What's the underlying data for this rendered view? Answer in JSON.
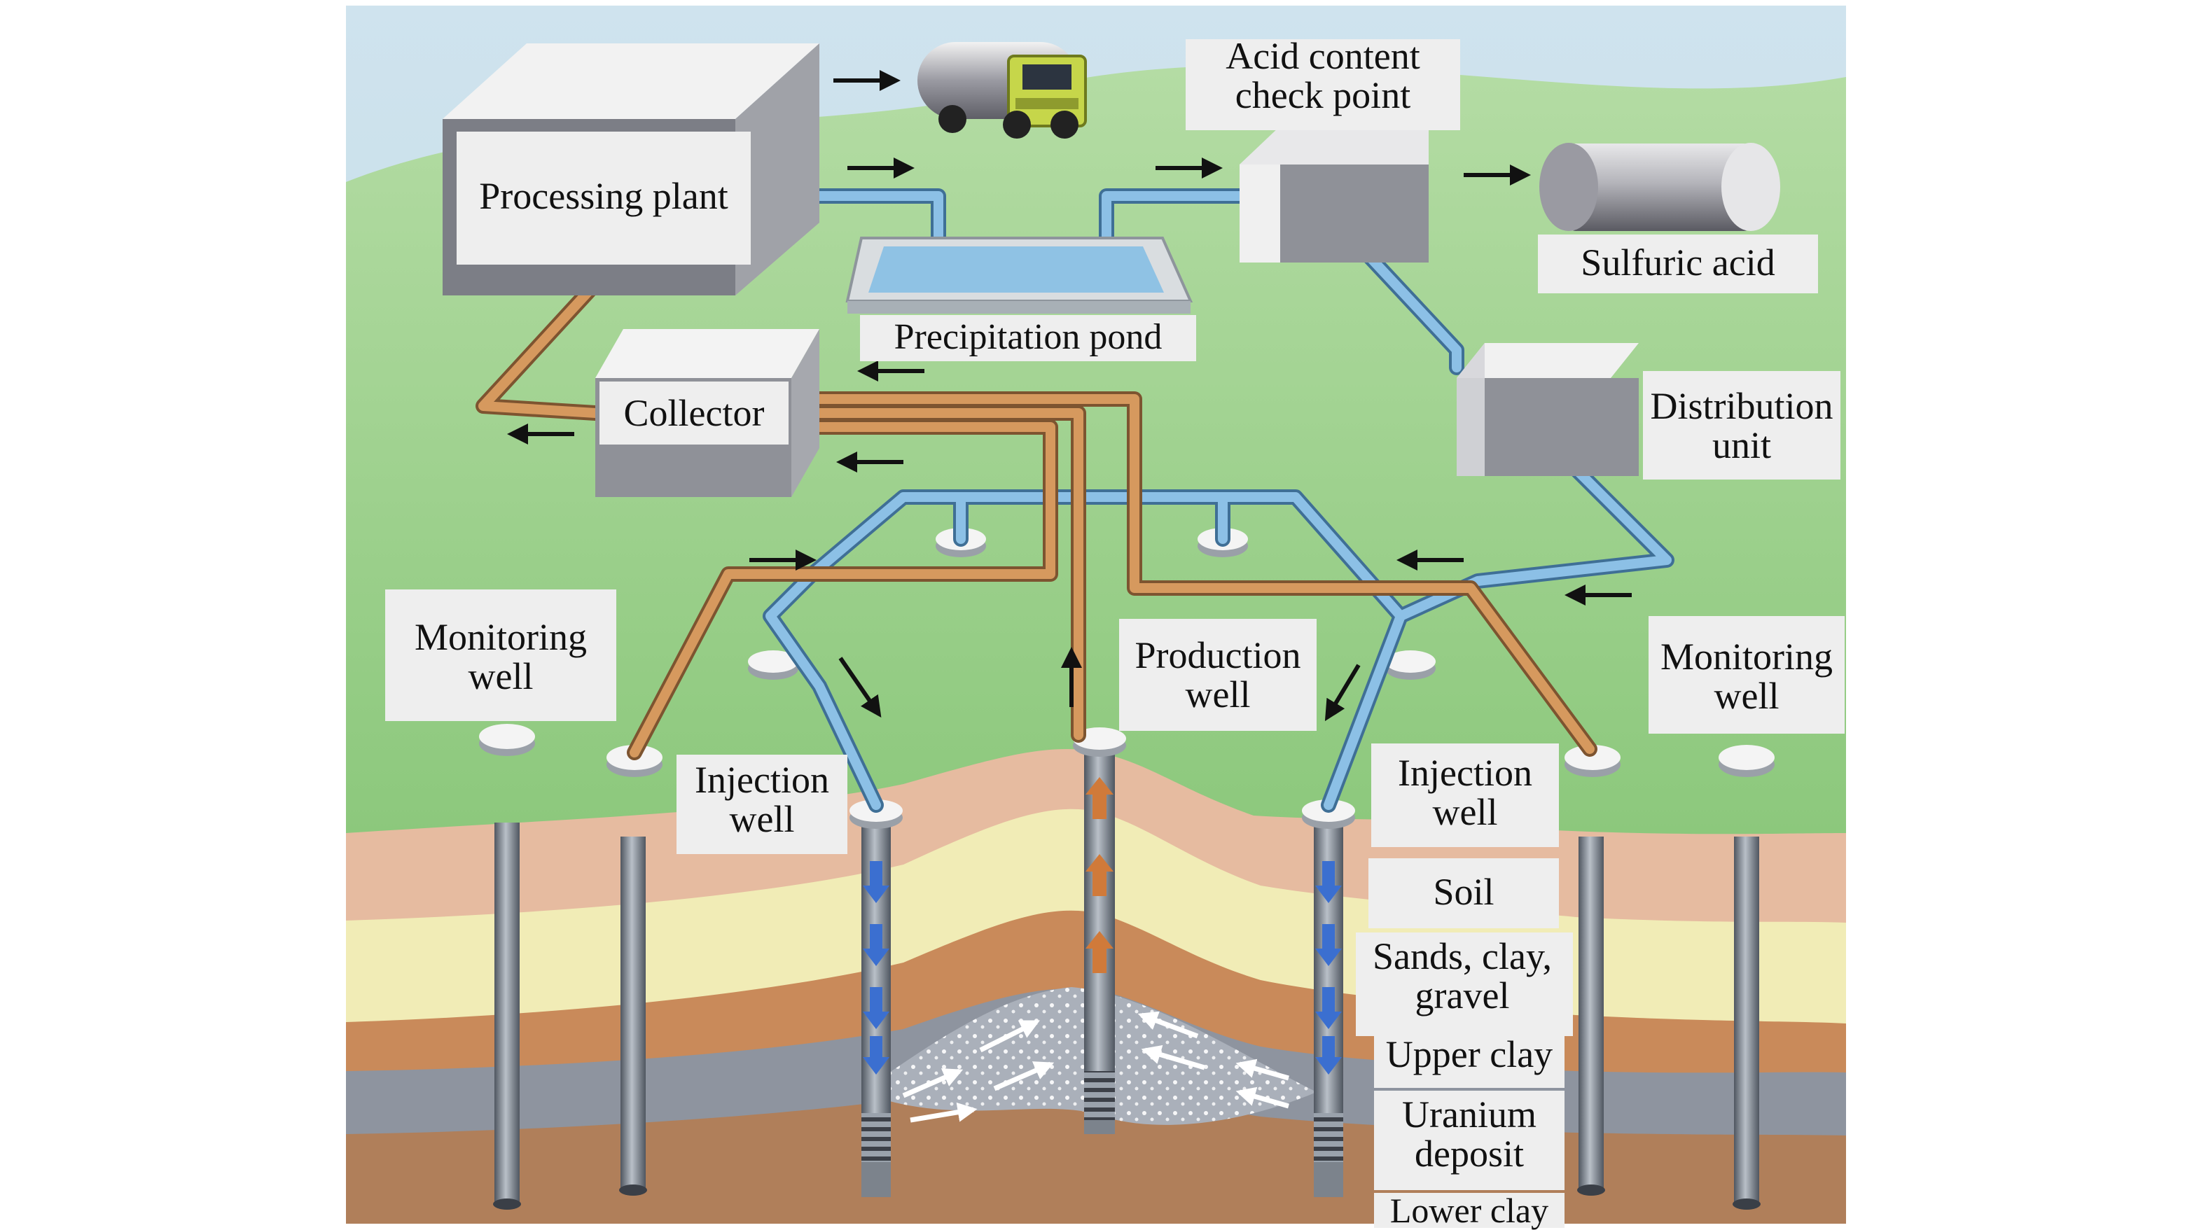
{
  "labels": {
    "processing_plant": "Processing plant",
    "acid_check_line1": "Acid content",
    "acid_check_line2": "check point",
    "sulfuric_acid": "Sulfuric acid",
    "precipitation_pond": "Precipitation pond",
    "collector": "Collector",
    "distribution_line1": "Distribution",
    "distribution_line2": "unit",
    "monitoring_left_line1": "Monitoring",
    "monitoring_left_line2": "well",
    "monitoring_right_line1": "Monitoring",
    "monitoring_right_line2": "well",
    "injection_left_line1": "Injection",
    "injection_left_line2": "well",
    "injection_right_line1": "Injection",
    "injection_right_line2": "well",
    "production_line1": "Production",
    "production_line2": "well",
    "soil": "Soil",
    "sands_line1": "Sands, clay,",
    "sands_line2": "gravel",
    "upper_clay": "Upper clay",
    "uranium_line1": "Uranium",
    "uranium_line2": "deposit",
    "lower_clay": "Lower clay"
  },
  "colors": {
    "sky": "#c9dfe8",
    "grass": "#8cc97a",
    "soil": "#e6bba0",
    "sands": "#f1ecb6",
    "upper_clay": "#c98a5a",
    "deposit": "#8e949f",
    "lower_clay": "#b07f5a",
    "pipe_blue": "#7fb4dc",
    "pipe_orange": "#d0935a",
    "label_box": "#eeeeee"
  }
}
